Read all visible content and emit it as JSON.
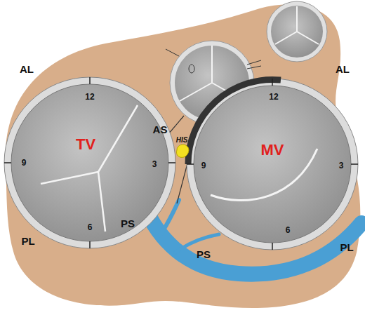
{
  "diagram": {
    "labels": [
      "AL",
      "12",
      "12",
      "AL",
      "AS",
      "HIS",
      "9",
      "TV",
      "3",
      "9",
      "MV",
      "3",
      "6",
      "PS",
      "6",
      "PL",
      "PS",
      "PL"
    ]
  }
}
